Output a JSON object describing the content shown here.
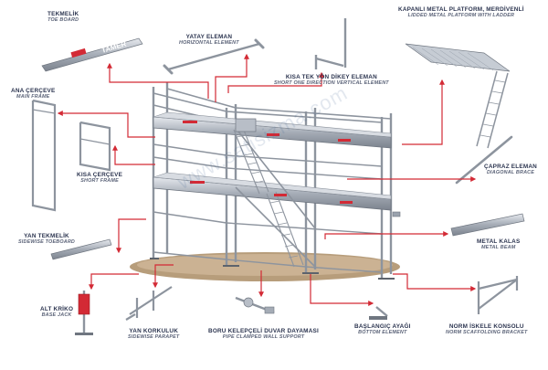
{
  "brand": {
    "tamer": "TAMER",
    "color_red": "#d32a35",
    "color_steel": "#9aa2ad"
  },
  "watermark": "www.satisizma.com",
  "labels": {
    "toe_board": {
      "tr": "TEKMELİK",
      "en": "TOE BOARD"
    },
    "horizontal": {
      "tr": "YATAY ELEMAN",
      "en": "HORIZONTAL ELEMENT"
    },
    "short_vertical": {
      "tr": "KISA TEK YÖN DİKEY ELEMAN",
      "en": "SHORT ONE DIRECTION VERTICAL ELEMENT"
    },
    "platform_ladder": {
      "tr": "KAPANLI METAL PLATFORM, MERDİVENLİ",
      "en": "LIDDED METAL PLATFORM WITH LADDER"
    },
    "main_frame": {
      "tr": "ANA ÇERÇEVE",
      "en": "MAIN FRAME"
    },
    "short_frame": {
      "tr": "KISA ÇERÇEVE",
      "en": "SHORT FRAME"
    },
    "diagonal": {
      "tr": "ÇAPRAZ ELEMAN",
      "en": "DIAGONAL BRACE"
    },
    "side_toe": {
      "tr": "YAN TEKMELİK",
      "en": "SIDEWISE TOEBOARD"
    },
    "metal_beam": {
      "tr": "METAL KALAS",
      "en": "METAL BEAM"
    },
    "base_jack": {
      "tr": "ALT KRİKO",
      "en": "BASE JACK"
    },
    "side_parapet": {
      "tr": "YAN KORKULUK",
      "en": "SIDEWISE PARAPET"
    },
    "wall_support": {
      "tr": "BORU KELEPÇELİ DUVAR DAYAMASI",
      "en": "PIPE CLAMPED WALL SUPPORT"
    },
    "bottom": {
      "tr": "BAŞLANGIÇ AYAĞI",
      "en": "BOTTOM ELEMENT"
    },
    "bracket": {
      "tr": "NORM İSKELE KONSOLU",
      "en": "NORM SCAFFOLDING BRACKET"
    }
  }
}
